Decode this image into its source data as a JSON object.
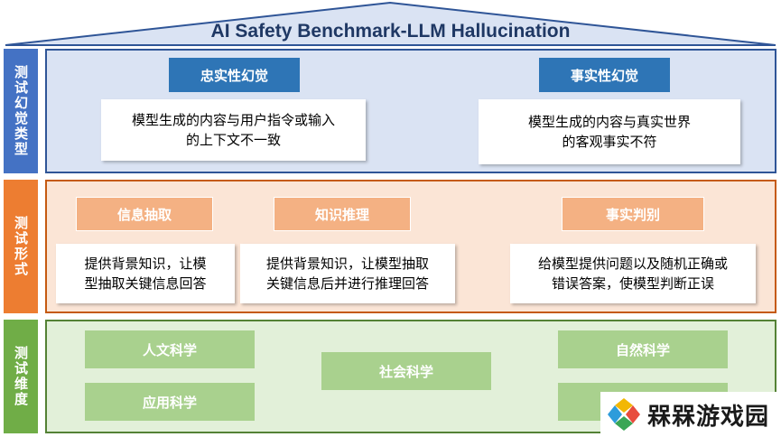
{
  "title": "AI Safety Benchmark-LLM Hallucination",
  "sections": {
    "types": {
      "label": "测试幻觉类型",
      "items": [
        {
          "name": "忠实性幻觉",
          "desc_line1": "模型生成的内容与用户指令或输入",
          "desc_line2": "的上下文不一致"
        },
        {
          "name": "事实性幻觉",
          "desc_line1": "模型生成的内容与真实世界",
          "desc_line2": "的客观事实不符"
        }
      ]
    },
    "forms": {
      "label": "测试形式",
      "items": [
        {
          "name": "信息抽取",
          "desc_line1": "提供背景知识，让模",
          "desc_line2": "型抽取关键信息回答"
        },
        {
          "name": "知识推理",
          "desc_line1": "提供背景知识，让模型抽取",
          "desc_line2": "关键信息后并进行推理回答"
        },
        {
          "name": "事实判别",
          "desc_line1": "给模型提供问题以及随机正确或",
          "desc_line2": "错误答案，使模型判断正误"
        }
      ]
    },
    "dimensions": {
      "label": "测试维度",
      "items": [
        "人文科学",
        "应用科学",
        "社会科学",
        "自然科学"
      ]
    }
  },
  "watermark": {
    "text": "槑槑游戏园"
  },
  "colors": {
    "blue_accent": "#4472c4",
    "orange_accent": "#ed7d31",
    "green_accent": "#70ad47"
  }
}
